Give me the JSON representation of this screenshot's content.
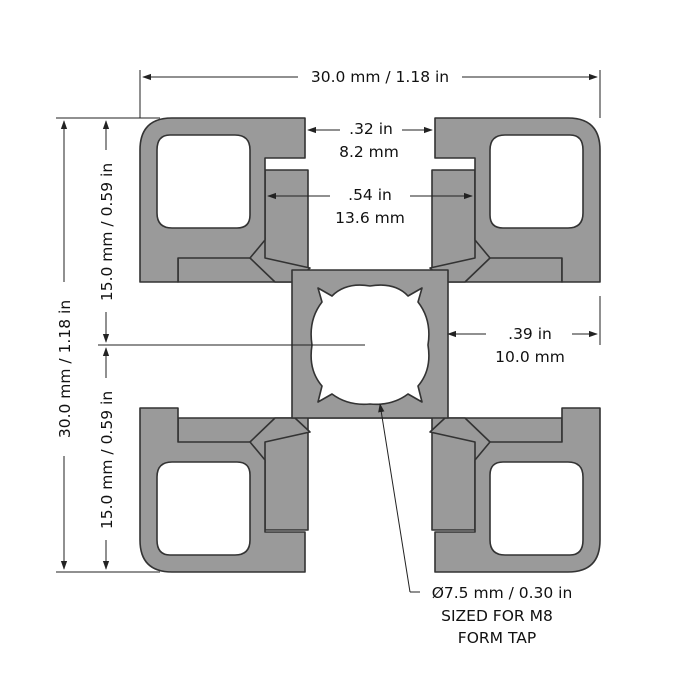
{
  "dimensions": {
    "overall_width": "30.0 mm / 1.18 in",
    "overall_height": "30.0 mm / 1.18 in",
    "half_height_upper": "15.0 mm / 0.59 in",
    "half_height_lower": "15.0 mm / 0.59 in",
    "slot_opening_in": ".32 in",
    "slot_opening_mm": "8.2 mm",
    "slot_inner_in": ".54 in",
    "slot_inner_mm": "13.6 mm",
    "slot_depth_in": ".39 in",
    "slot_depth_mm": "10.0 mm"
  },
  "callout": {
    "bore": "Ø7.5 mm / 0.30 in",
    "sized_for": "SIZED FOR M8",
    "tap": "FORM TAP"
  },
  "colors": {
    "profile_fill": "#9a9a9a",
    "outline": "#333333",
    "dimension": "#222222"
  }
}
